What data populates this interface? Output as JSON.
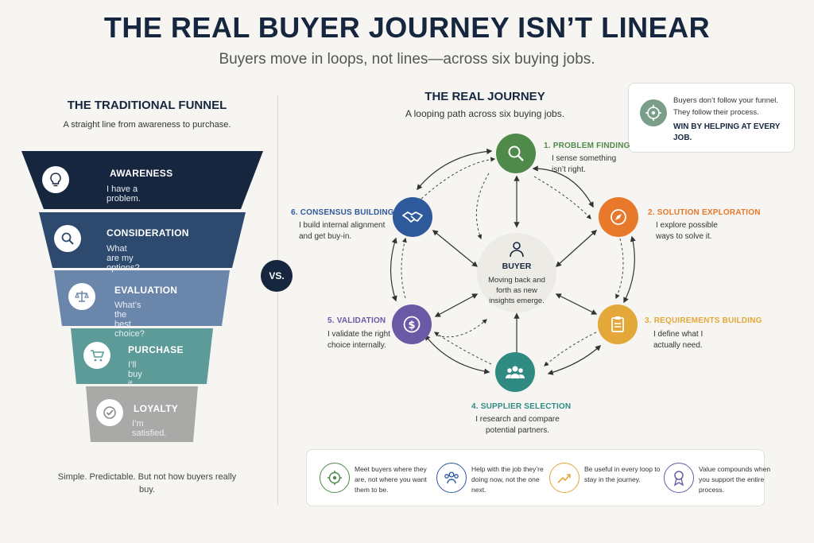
{
  "header": {
    "title": "THE REAL BUYER JOURNEY ISN’T LINEAR",
    "subtitle": "Buyers move in loops, not lines—across six buying jobs."
  },
  "funnel": {
    "title": "THE TRADITIONAL FUNNEL",
    "subtitle": "A straight line from awareness to purchase.",
    "stages": [
      {
        "name": "AWARENESS",
        "desc": "I have a problem.",
        "icon": "lightbulb-icon",
        "color": "#16263f"
      },
      {
        "name": "CONSIDERATION",
        "desc": "What are my options?",
        "icon": "magnifier-icon",
        "color": "#2d4a6e"
      },
      {
        "name": "EVALUATION",
        "desc": "What’s the best choice?",
        "icon": "scale-icon",
        "color": "#6b86ab"
      },
      {
        "name": "PURCHASE",
        "desc": "I’ll buy it.",
        "icon": "cart-icon",
        "color": "#5c9b98"
      },
      {
        "name": "LOYALTY",
        "desc": "I’m satisfied.",
        "icon": "check-icon",
        "color": "#a9aaa8"
      }
    ],
    "note": "Simple. Predictable. But not how buyers really buy."
  },
  "vs_label": "VS.",
  "journey": {
    "title": "THE REAL JOURNEY",
    "subtitle": "A looping path across six buying jobs.",
    "center": {
      "label": "BUYER",
      "desc": "Moving back and forth as new insights emerge."
    },
    "jobs": [
      {
        "label": "1. PROBLEM FINDING",
        "desc": "I sense something isn’t right.",
        "color": "#4f8a4b",
        "icon": "magnifier-icon"
      },
      {
        "label": "2. SOLUTION EXPLORATION",
        "desc": "I explore possible ways to solve it.",
        "color": "#e8782a",
        "icon": "compass-icon"
      },
      {
        "label": "3. REQUIREMENTS BUILDING",
        "desc": "I define what I actually need.",
        "color": "#e4a73a",
        "icon": "clipboard-icon"
      },
      {
        "label": "4. SUPPLIER SELECTION",
        "desc": "I research and compare potential partners.",
        "color": "#2f8b82",
        "icon": "people-icon"
      },
      {
        "label": "5. VALIDATION",
        "desc": "I validate the right choice internally.",
        "color": "#6a5aa6",
        "icon": "dollar-icon"
      },
      {
        "label": "6. CONSENSUS BUILDING",
        "desc": "I build internal alignment and get buy-in.",
        "color": "#2e5a9c",
        "icon": "handshake-icon"
      }
    ]
  },
  "callout": {
    "text": "Buyers don’t follow your funnel. They follow their process.",
    "strong": "WIN BY HELPING AT EVERY JOB."
  },
  "tips": [
    {
      "text": "Meet buyers where they are, not where you want them to be.",
      "icon": "target-icon",
      "color": "#4f8a4b"
    },
    {
      "text": "Help with the job they’re doing now, not the one next.",
      "icon": "people-icon",
      "color": "#2e5a9c"
    },
    {
      "text": "Be useful in every loop to stay in the journey.",
      "icon": "trend-icon",
      "color": "#e4a73a"
    },
    {
      "text": "Value compounds when you support the entire process.",
      "icon": "award-icon",
      "color": "#6a5aa6"
    }
  ]
}
